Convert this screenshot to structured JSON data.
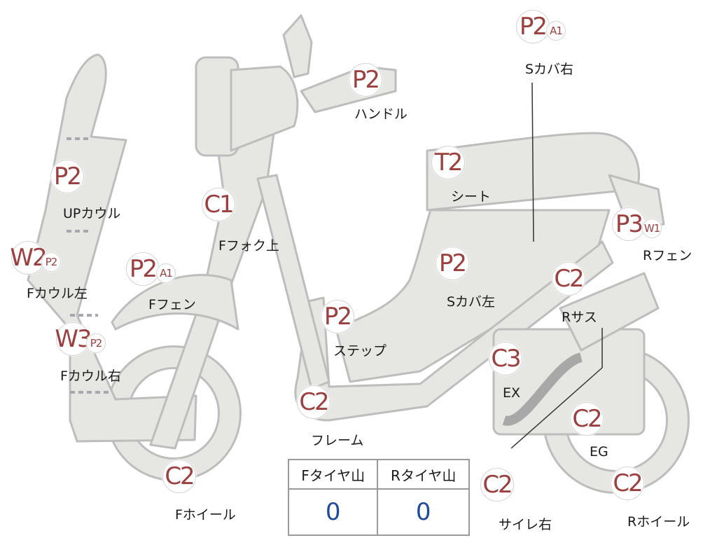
{
  "parts": [
    {
      "id": "p-handle",
      "code": "P2",
      "sub": "",
      "label": "ハンドル"
    },
    {
      "id": "p-scover-r",
      "code": "P2",
      "sub": "A1",
      "label": "Sカバ右"
    },
    {
      "id": "p-seat",
      "code": "T2",
      "sub": "",
      "label": "シート"
    },
    {
      "id": "p-upcowl",
      "code": "P2",
      "sub": "",
      "label": "UPカウル"
    },
    {
      "id": "p-ffork",
      "code": "C1",
      "sub": "",
      "label": "Fフォク上"
    },
    {
      "id": "p-fcowl-l",
      "code": "W2",
      "sub": "P2",
      "label": "Fカウル左"
    },
    {
      "id": "p-ffender",
      "code": "P2",
      "sub": "A1",
      "label": "Fフェン"
    },
    {
      "id": "p-rfender",
      "code": "P3",
      "sub": "W1",
      "label": "Rフェン"
    },
    {
      "id": "p-scover-l",
      "code": "P2",
      "sub": "",
      "label": "Sカバ左"
    },
    {
      "id": "p-rsus",
      "code": "C2",
      "sub": "",
      "label": "Rサス"
    },
    {
      "id": "p-step",
      "code": "P2",
      "sub": "",
      "label": "ステップ"
    },
    {
      "id": "p-fcowl-r",
      "code": "W3",
      "sub": "P2",
      "label": "Fカウル右"
    },
    {
      "id": "p-ex",
      "code": "C3",
      "sub": "",
      "label": "EX"
    },
    {
      "id": "p-frame",
      "code": "C2",
      "sub": "",
      "label": "フレーム"
    },
    {
      "id": "p-eg",
      "code": "C2",
      "sub": "",
      "label": "EG"
    },
    {
      "id": "p-fwheel",
      "code": "C2",
      "sub": "",
      "label": "Fホイール"
    },
    {
      "id": "p-muffler-r",
      "code": "C2",
      "sub": "",
      "label": "サイレ右"
    },
    {
      "id": "p-rwheel",
      "code": "C2",
      "sub": "",
      "label": "Rホイール"
    }
  ],
  "tires": {
    "front_header": "Fタイヤ山",
    "rear_header": "Rタイヤ山",
    "front_value": "0",
    "rear_value": "0"
  },
  "colors": {
    "body_fill": "#e6e6e3",
    "body_stroke": "#bdbdbd",
    "code_text": "#9c3f3f",
    "value_text": "#1f4a9a"
  }
}
